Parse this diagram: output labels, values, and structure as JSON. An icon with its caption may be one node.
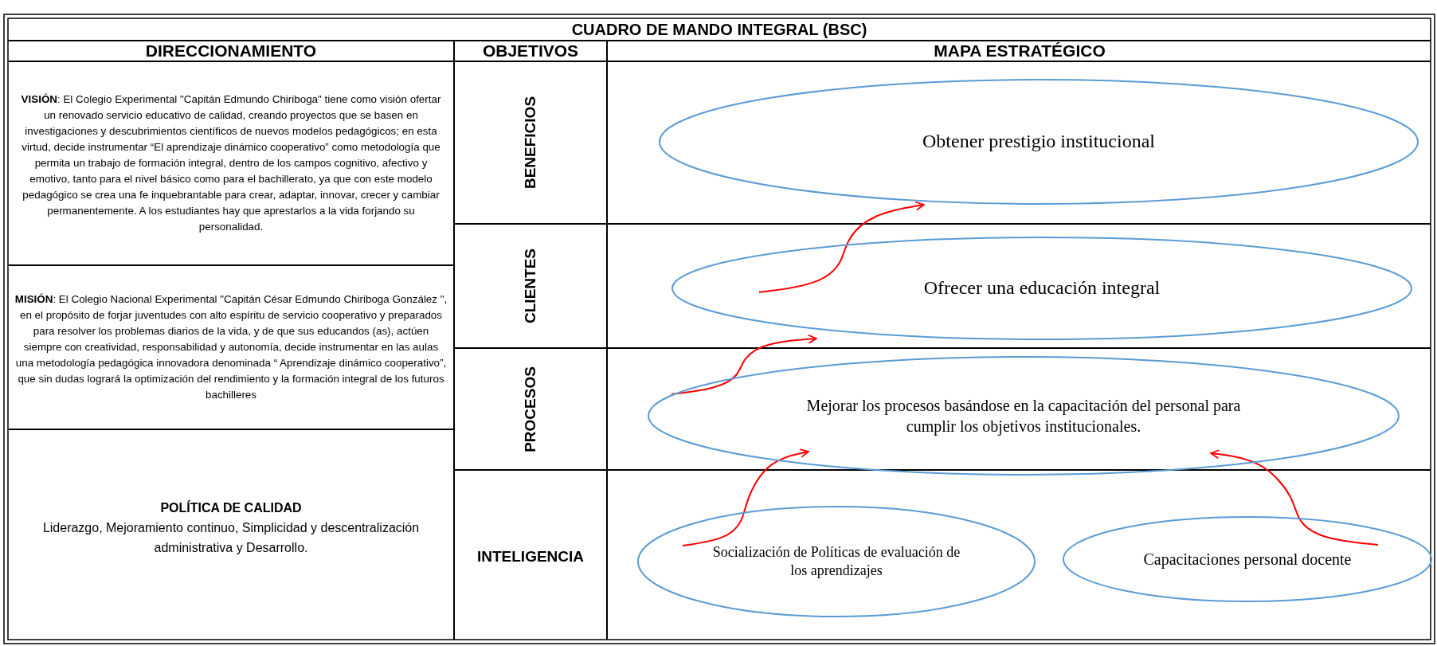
{
  "diagram": {
    "title": "CUADRO DE MANDO INTEGRAL (BSC)",
    "nodes": [
      {
        "text": [
          "Obtener prestigio institucional"
        ]
      },
      {
        "text": [
          "Ofrecer una educación integral"
        ]
      },
      {
        "text": [
          "Mejorar los procesos basándose en la capacitación del personal para cumplir los objetivos institucionales."
        ]
      },
      {
        "text": [
          "Socialización de Políticas de evaluación de los aprendizajes"
        ]
      },
      {
        "text": [
          "Capacitaciones personal docente"
        ]
      }
    ],
    "edges": [
      {
        "from": 1,
        "to": 0,
        "arrow": "to"
      },
      {
        "from": 2,
        "to": 1,
        "arrow": "to"
      },
      {
        "from": 3,
        "to": 2,
        "arrow": "to"
      },
      {
        "from": 4,
        "to": 2,
        "arrow": "to"
      }
    ],
    "labels": [
      "DIRECCIONAMIENTO",
      "OBJETIVOS",
      "MAPA ESTRATÉGICO",
      "**VISIÓN**: El Colegio Experimental \"Capitán Edmundo Chiriboga\" tiene como visión ofertar un renovado servicio educativo de calidad, creando proyectos que se basen en investigaciones y descubrimientos científicos de nuevos modelos pedagógicos; en esta virtud, decide instrumentar “El aprendizaje dinámico cooperativo” como metodología que permita un trabajo de formación integral, dentro de los campos cognitivo, afectivo y emotivo, tanto para el nivel básico como para el bachillerato, ya que con este modelo pedagógico se crea una fe inquebrantable para crear, adaptar, innovar, crecer y cambiar permanentemente. A los estudiantes hay que aprestarlos a la vida forjando su personalidad.",
      "BENEFICIOS",
      "CLIENTES",
      "**MISIÓN**: El Colegio Nacional Experimental \"Capitán César Edmundo Chiriboga González \", en el propósito de forjar juventudes con alto espíritu de servicio cooperativo y preparados para resolver los problemas diarios de la vida, y de que sus educandos (as), actúen siempre con creatividad, responsabilidad y autonomía, decide instrumentar en las aulas una metodología pedagógica innovadora denominada “ Aprendizaje dinámico cooperativo”, que sin dudas logrará la optimización del rendimiento y la formación integral de los futuros bachilleres",
      "PROCESOS",
      "POLÍTICA DE CALIDAD",
      "Liderazgo, Mejoramiento continuo, Simplicidad y descentralización administrativa y Desarrollo.",
      "INTELIGENCIA"
    ]
  }
}
